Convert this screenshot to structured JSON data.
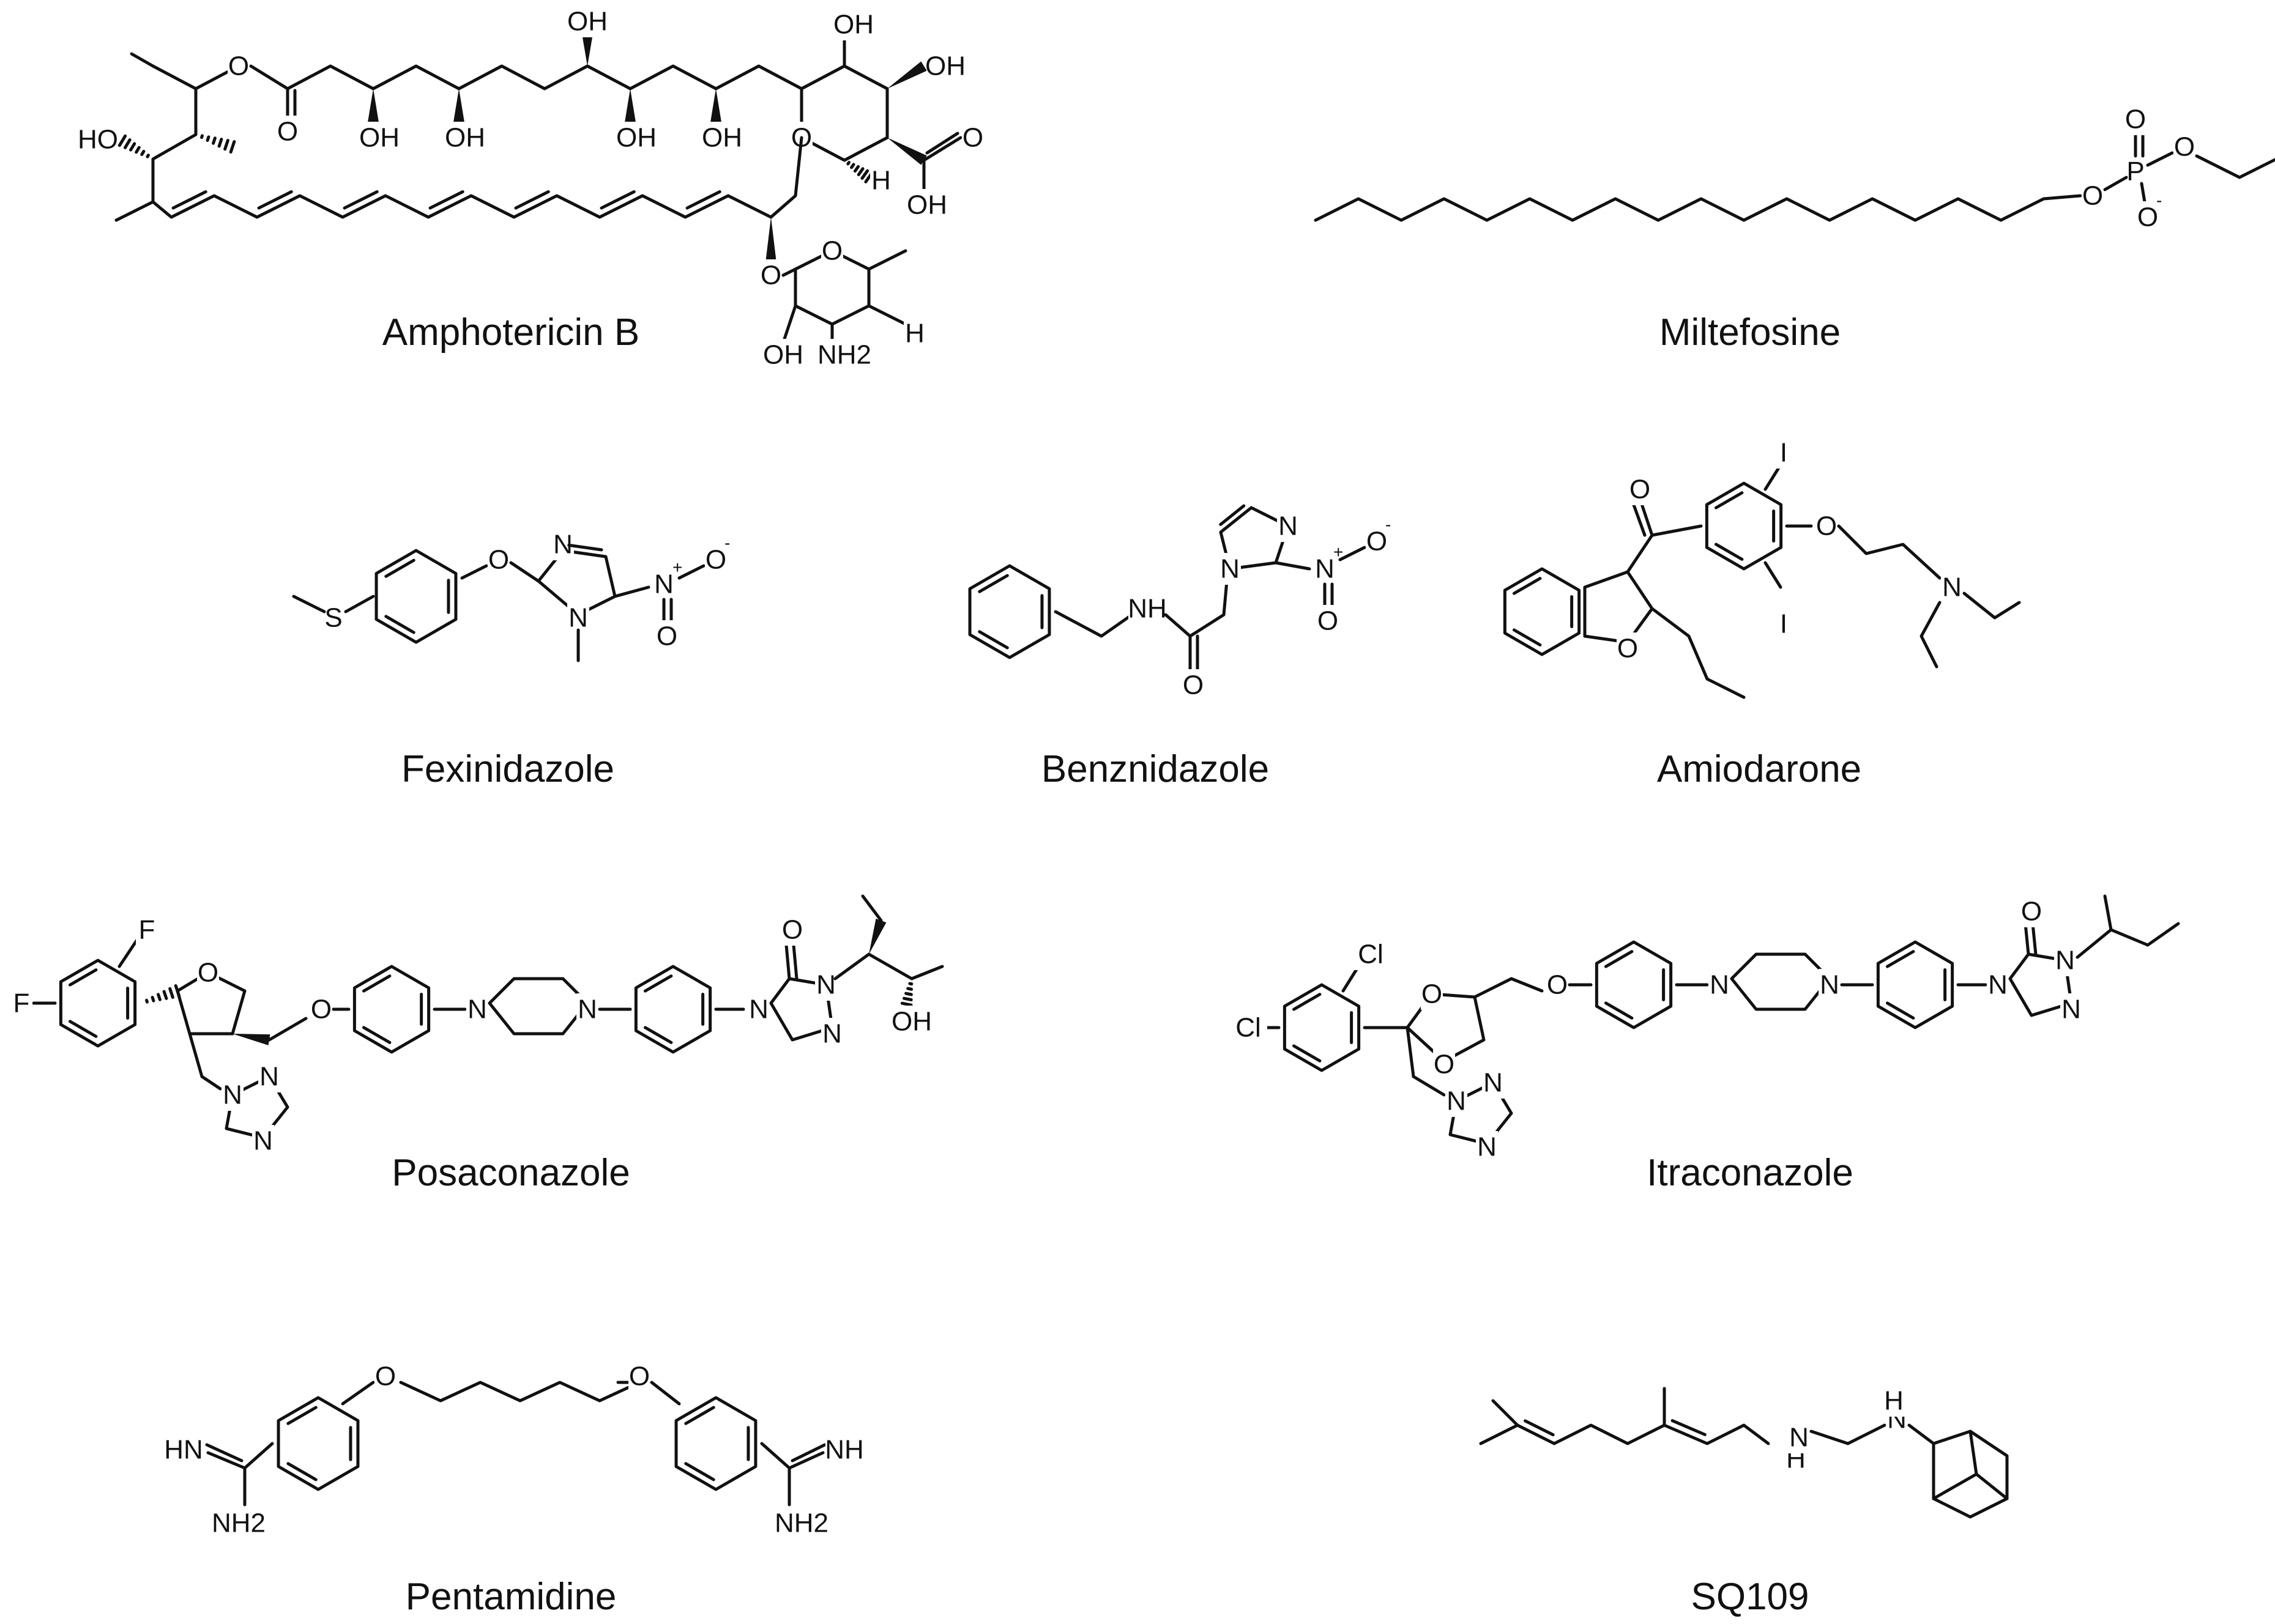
{
  "figure": {
    "compounds": [
      {
        "key": "amphotericin",
        "name": "Amphotericin B"
      },
      {
        "key": "miltefosine",
        "name": "Miltefosine"
      },
      {
        "key": "fexinidazole",
        "name": "Fexinidazole"
      },
      {
        "key": "benznidazole",
        "name": "Benznidazole"
      },
      {
        "key": "amiodarone",
        "name": "Amiodarone"
      },
      {
        "key": "posaconazole",
        "name": "Posaconazole"
      },
      {
        "key": "itraconazole",
        "name": "Itraconazole"
      },
      {
        "key": "pentamidine",
        "name": "Pentamidine"
      },
      {
        "key": "sq109",
        "name": "SQ109"
      }
    ]
  },
  "atoms": {
    "O": "O",
    "OH": "OH",
    "HO": "HO",
    "H": "H",
    "NH2": "NH2",
    "NH": "NH",
    "HN": "HN",
    "N": "N",
    "S": "S",
    "I": "I",
    "F": "F",
    "Cl": "Cl",
    "P": "P",
    "plus": "+",
    "minus": "-"
  }
}
